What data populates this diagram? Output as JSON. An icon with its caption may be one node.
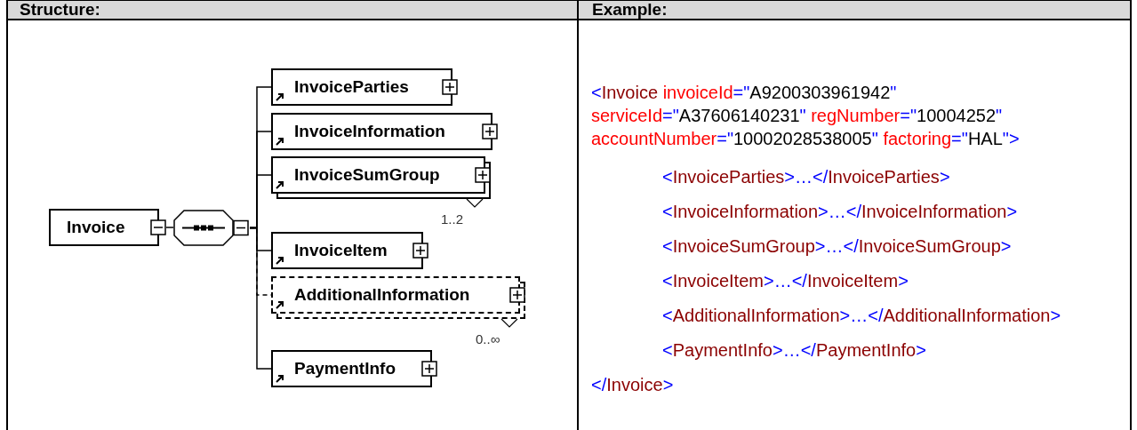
{
  "diagram": {
    "nodes": [
      {
        "text": [
          "Invoice"
        ]
      },
      {
        "text": [],
        "shape": "octagon"
      },
      {
        "text": [
          "InvoiceParties"
        ]
      },
      {
        "text": [
          "InvoiceInformation"
        ]
      },
      {
        "text": [
          "InvoiceSumGroup"
        ],
        "beside": [
          "1..2"
        ]
      },
      {
        "text": [
          "InvoiceItem"
        ]
      },
      {
        "text": [
          "AdditionalInformation"
        ],
        "beside": [
          "0..∞"
        ]
      },
      {
        "text": [
          "PaymentInfo"
        ]
      }
    ],
    "edges": [
      {
        "from": 0,
        "to": 1,
        "arrow": "none"
      },
      {
        "from": 1,
        "to": 2,
        "arrow": "none"
      },
      {
        "from": 1,
        "to": 3,
        "arrow": "none"
      },
      {
        "from": 1,
        "to": 4,
        "arrow": "none"
      },
      {
        "from": 1,
        "to": 5,
        "arrow": "none"
      },
      {
        "from": 1,
        "to": 6,
        "arrow": "none",
        "style": "dashed"
      },
      {
        "from": 1,
        "to": 7,
        "arrow": "none"
      }
    ],
    "labels": [
      "Structure:",
      "Example:",
      "<Invoice invoiceId=\"A9200303961942\" serviceId=\"A37606140231\" regNumber=\"10004252\" accountNumber=\"10002028538005\" factoring=\"HAL\">",
      "<InvoiceParties>…</InvoiceParties>",
      "<InvoiceInformation>…</InvoiceInformation>",
      "<InvoiceSumGroup>…</InvoiceSumGroup>",
      "<InvoiceItem>…</InvoiceItem>",
      "<AdditionalInformation>…</AdditionalInformation>",
      "<PaymentInfo>…</PaymentInfo>",
      "</Invoice>"
    ]
  }
}
